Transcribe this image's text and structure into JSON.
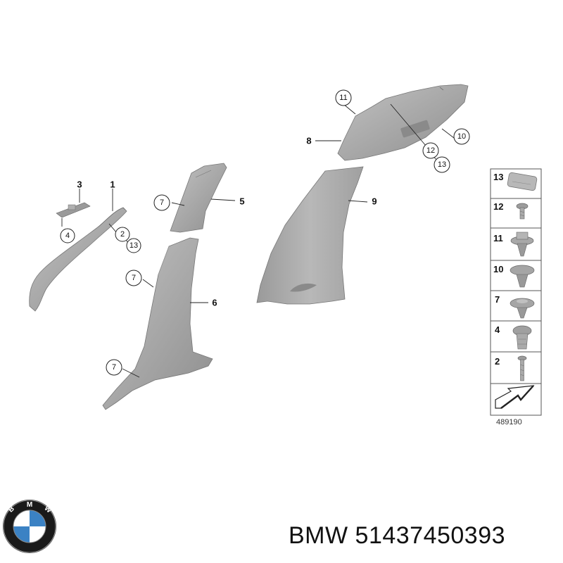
{
  "diagram": {
    "callouts": {
      "c1": "1",
      "c2": "2",
      "c3": "3",
      "c4": "4",
      "c5": "5",
      "c6": "6",
      "c7a": "7",
      "c7b": "7",
      "c7c": "7",
      "c8": "8",
      "c9": "9",
      "c10": "10",
      "c11": "11",
      "c12": "12",
      "c13a": "13",
      "c13b": "13"
    },
    "legend": [
      "13",
      "12",
      "11",
      "10",
      "7",
      "4",
      "2"
    ],
    "diagram_id": "489190"
  },
  "footer": {
    "brand_text": "BMW 51437450393",
    "logo_letters": [
      "B",
      "M",
      "W"
    ]
  },
  "colors": {
    "part_fill": "#a9a9a9",
    "part_dark": "#8a8a8a",
    "part_light": "#c4c4c4",
    "logo_blue": "#3b82c4",
    "logo_ring": "#1a1a1a"
  }
}
